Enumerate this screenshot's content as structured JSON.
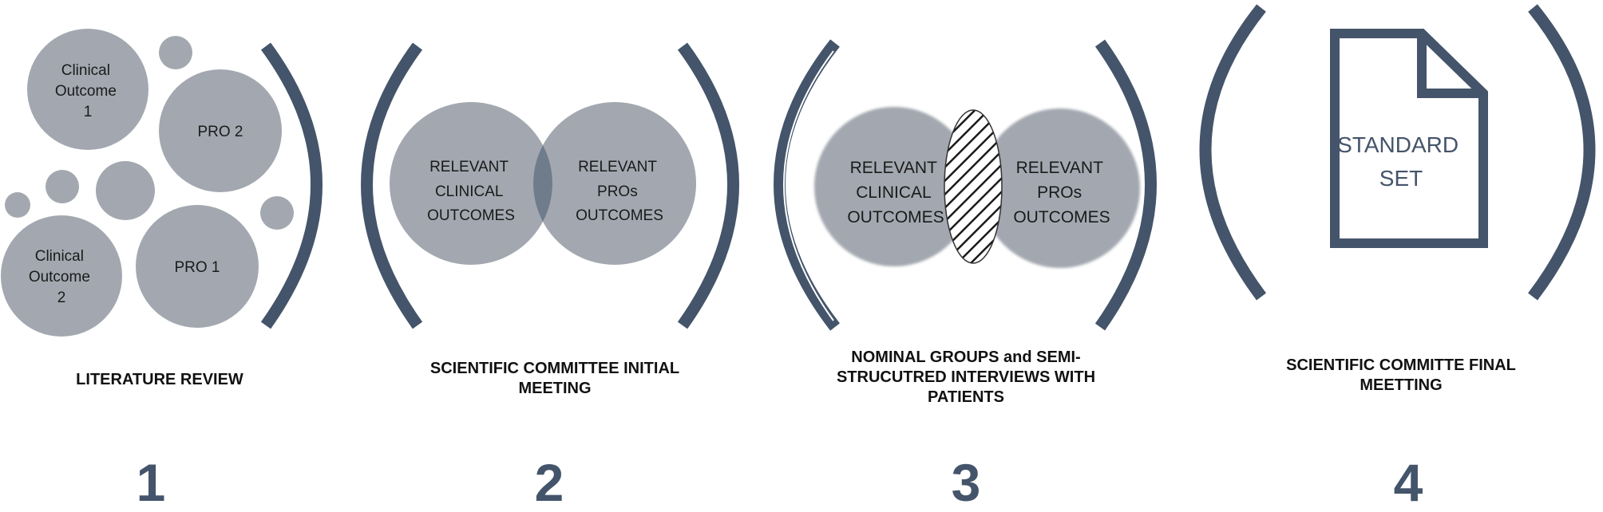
{
  "colors": {
    "bracket": "#44546A",
    "circle": "#A3A8B0",
    "overlap": "#6F7C8C",
    "doc_stroke": "#44546A",
    "number": "#44546A"
  },
  "steps": [
    {
      "number": "1",
      "caption_lines": [
        "LITERATURE REVIEW"
      ],
      "bubbles": {
        "clinical_outcome_1": [
          "Clinical",
          "Outcome",
          "1"
        ],
        "pro_2": [
          "PRO 2"
        ],
        "clinical_outcome_2": [
          "Clinical",
          "Outcome",
          "2"
        ],
        "pro_1": [
          "PRO 1"
        ]
      }
    },
    {
      "number": "2",
      "caption_lines": [
        "SCIENTIFIC COMMITTEE  INITIAL",
        "MEETING"
      ],
      "venn_left": [
        "RELEVANT",
        "CLINICAL",
        "OUTCOMES"
      ],
      "venn_right": [
        "RELEVANT",
        "PROs",
        "OUTCOMES"
      ]
    },
    {
      "number": "3",
      "caption_lines": [
        "NOMINAL GROUPS and SEMI-",
        "STRUCUTRED INTERVIEWS WITH",
        "PATIENTS"
      ],
      "venn_left": [
        "RELEVANT",
        "CLINICAL",
        "OUTCOMES"
      ],
      "venn_right": [
        "RELEVANT",
        "PROs",
        "OUTCOMES"
      ]
    },
    {
      "number": "4",
      "caption_lines": [
        "SCIENTIFIC COMMITTE FINAL",
        "MEETTING"
      ],
      "document_text": [
        "STANDARD",
        "SET"
      ]
    }
  ]
}
